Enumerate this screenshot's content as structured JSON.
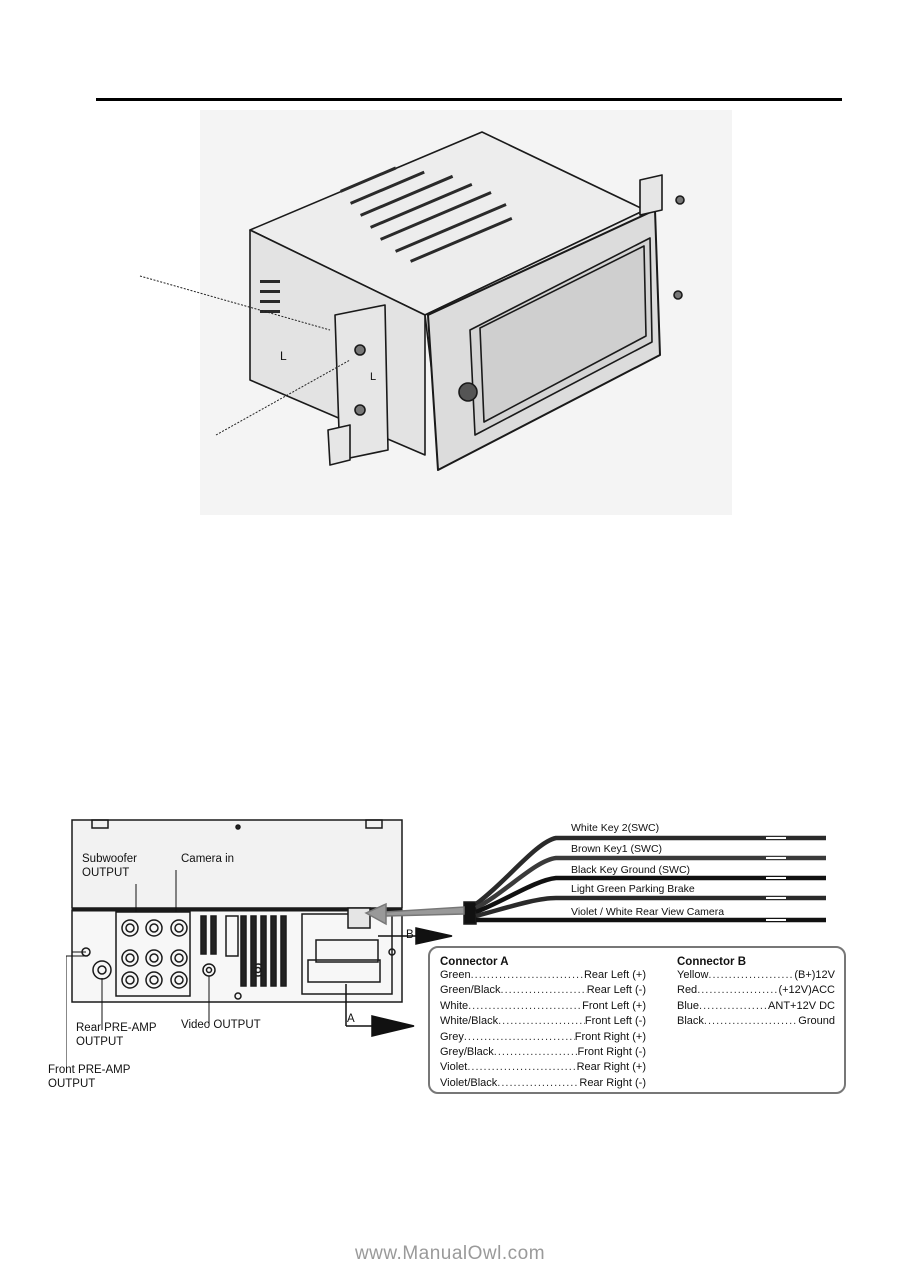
{
  "diagram_bottom": {
    "labels": {
      "subwoofer": [
        "Subwoofer",
        "OUTPUT"
      ],
      "camera_in": "Camera in",
      "video_output": "Video OUTPUT",
      "rear_preamp": [
        "Rear PRE-AMP",
        "OUTPUT"
      ],
      "front_preamp": [
        "Front PRE-AMP",
        "OUTPUT"
      ],
      "arrow_a": "A",
      "arrow_b": "B"
    },
    "wires": [
      {
        "label": "White Key 2(SWC)",
        "color": "#2a2a2a"
      },
      {
        "label": "Brown Key1 (SWC)",
        "color": "#3a3a3a"
      },
      {
        "label": "Black Key Ground (SWC)",
        "color": "#111111"
      },
      {
        "label": "Light Green Parking Brake",
        "color": "#2a2a2a"
      },
      {
        "label": "Violet / White Rear View Camera",
        "color": "#111111"
      }
    ],
    "connector_a": {
      "title": "Connector A",
      "rows": [
        {
          "color": "Green",
          "function": "Rear Left (+)"
        },
        {
          "color": "Green/Black",
          "function": "Rear Left (-)"
        },
        {
          "color": "White",
          "function": "Front Left (+)"
        },
        {
          "color": "White/Black",
          "function": "Front Left (-)"
        },
        {
          "color": "Grey",
          "function": "Front Right (+)"
        },
        {
          "color": "Grey/Black",
          "function": "Front Right (-)"
        },
        {
          "color": "Violet",
          "function": "Rear Right (+)"
        },
        {
          "color": "Violet/Black",
          "function": "Rear Right (-)"
        }
      ]
    },
    "connector_b": {
      "title": "Connector B",
      "rows": [
        {
          "color": "Yellow",
          "function": "(B+)12V"
        },
        {
          "color": "Red",
          "function": "(+12V)ACC"
        },
        {
          "color": "Blue",
          "function": "ANT+12V DC"
        },
        {
          "color": "Black",
          "function": "Ground"
        }
      ]
    }
  },
  "footer": "www.ManualOwl.com"
}
